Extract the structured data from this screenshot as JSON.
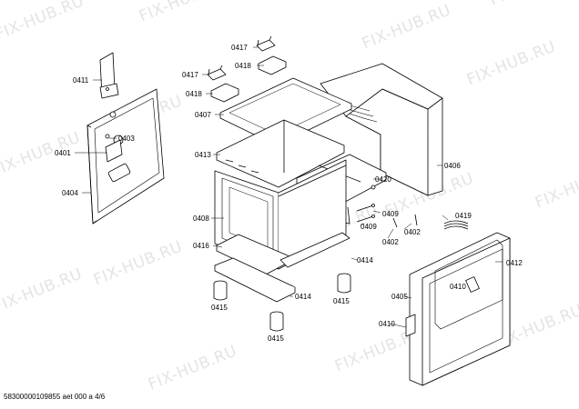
{
  "watermark": "FIX-HUB.RU",
  "part_labels": {
    "p0411": "0411",
    "p0403": "0403",
    "p0401": "0401",
    "p0404": "0404",
    "p0417a": "0417",
    "p0418a": "0418",
    "p0417b": "0417",
    "p0418b": "0418",
    "p0407": "0407",
    "p0413": "0413",
    "p0408": "0408",
    "p0416": "0416",
    "p0415a": "0415",
    "p0415b": "0415",
    "p0415c": "0415",
    "p0414a": "0414",
    "p0414b": "0414",
    "p0420": "0420",
    "p0409a": "0409",
    "p0409b": "0409",
    "p0402a": "0402",
    "p0402b": "0402",
    "p0419": "0419",
    "p0406": "0406",
    "p0412": "0412",
    "p0405": "0405",
    "p0410a": "0410",
    "p0410b": "0410"
  },
  "footer": "5830000010985​5 aet 000 a 4/6"
}
